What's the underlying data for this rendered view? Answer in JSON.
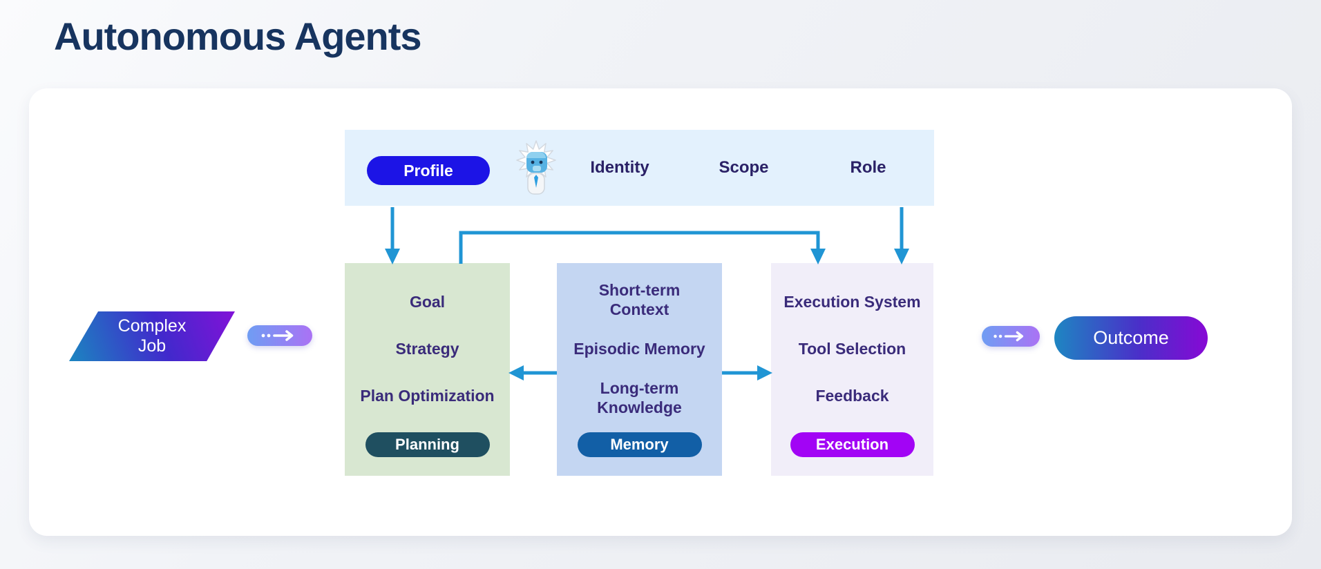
{
  "title": "Autonomous Agents",
  "profile_bar": {
    "pill_label": "Profile",
    "mascot": "einstein-bot-icon",
    "labels": [
      "Identity",
      "Scope",
      "Role"
    ]
  },
  "flow": {
    "input_line1": "Complex",
    "input_line2": "Job",
    "output_label": "Outcome"
  },
  "modules": [
    {
      "name": "planning",
      "items": [
        "Goal",
        "Strategy",
        "Plan Optimization"
      ],
      "pill_label": "Planning"
    },
    {
      "name": "memory",
      "items": [
        "Short-term Context",
        "Episodic Memory",
        "Long-term Knowledge"
      ],
      "pill_label": "Memory"
    },
    {
      "name": "execution",
      "items": [
        "Execution System",
        "Tool Selection",
        "Feedback"
      ],
      "pill_label": "Execution"
    }
  ],
  "colors": {
    "title_text": "#17345f",
    "profile_bar_bg": "#e3f1fd",
    "profile_pill_bg": "#1c14e6",
    "bar_label_text": "#2a2166",
    "box_text": "#3a2b7a",
    "arrow": "#2095d4",
    "planning_box_bg": "#d8e7d1",
    "planning_pill_bg": "#1f4f60",
    "memory_box_bg": "#c4d6f2",
    "memory_pill_bg": "#125fa6",
    "execution_box_bg": "#f1eef9",
    "execution_pill_bg": "#a204f5",
    "gradient_teal": "#1b86c0",
    "gradient_purple": "#8212d8",
    "arrow_pill_from": "#6f9df3",
    "arrow_pill_to": "#aa72f4"
  }
}
